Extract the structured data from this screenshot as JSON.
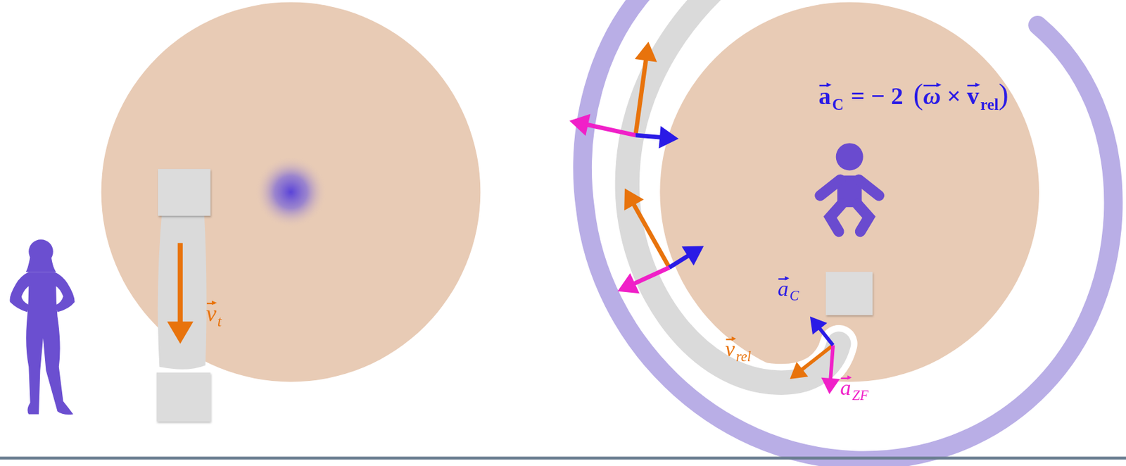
{
  "diagram": {
    "labels": [
      "v",
      "t",
      "a",
      "C",
      "= − 2",
      "(",
      "ω",
      "×",
      "v",
      "rel",
      ")",
      "a",
      "C",
      "v",
      "rel",
      "a",
      "ZF"
    ]
  }
}
